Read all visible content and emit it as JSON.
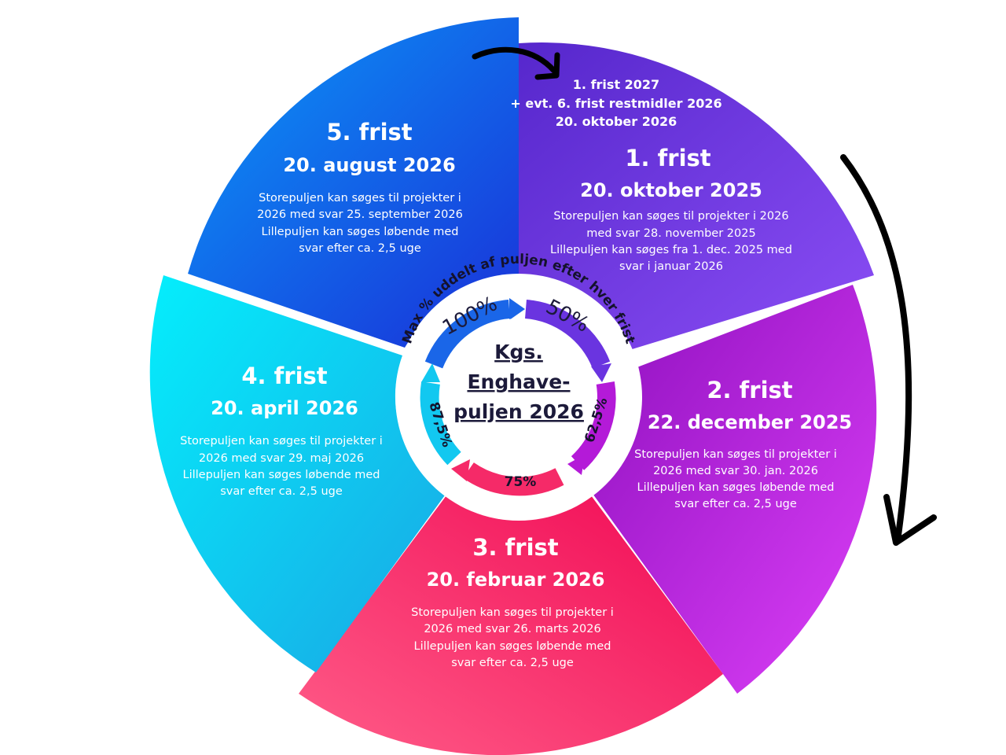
{
  "center": {
    "line1": "Kgs.",
    "line2": "Enghave-",
    "line3": "puljen 2026"
  },
  "ring_label": "Max % uddelt af puljen efter hver frist",
  "next_deadline": {
    "line1": "1. frist 2027",
    "line2": "+ evt. 6. frist restmidler 2026",
    "line3": "20. oktober 2026"
  },
  "deadlines": [
    {
      "title": "1. frist",
      "date": "20. oktober 2025",
      "body": [
        "Storepuljen kan søges til projekter i 2026",
        "med svar 28. november 2025",
        "Lillepuljen kan søges fra 1. dec. 2025 med",
        "svar i januar 2026"
      ],
      "max_percent_label": "50%",
      "max_percent": 50,
      "colors": [
        "#5a2ad0",
        "#8a4cf2"
      ]
    },
    {
      "title": "2. frist",
      "date": "22. december 2025",
      "body": [
        "Storepuljen kan søges til projekter i",
        "2026 med svar 30. jan. 2026",
        "Lillepuljen kan søges løbende med",
        "svar efter ca. 2,5 uge"
      ],
      "max_percent_label": "62,5%",
      "max_percent": 62.5,
      "colors": [
        "#9a14c4",
        "#d33cf2"
      ]
    },
    {
      "title": "3. frist",
      "date": "20. februar 2026",
      "body": [
        "Storepuljen kan søges til projekter i",
        "2026 med svar 26. marts 2026",
        "Lillepuljen kan søges løbende med",
        "svar efter ca. 2,5 uge"
      ],
      "max_percent_label": "75%",
      "max_percent": 75,
      "colors": [
        "#f0105c",
        "#ff5a86"
      ]
    },
    {
      "title": "4. frist",
      "date": "20. april 2026",
      "body": [
        "Storepuljen kan søges til projekter i",
        "2026 med svar 29. maj 2026",
        "Lillepuljen kan søges løbende med",
        "svar efter ca. 2,5 uge"
      ],
      "max_percent_label": "87,5%",
      "max_percent": 87.5,
      "colors": [
        "#18b4e8",
        "#06e6f8"
      ]
    },
    {
      "title": "5. frist",
      "date": "20. august 2026",
      "body": [
        "Storepuljen kan søges til projekter i",
        "2026 med svar 25. september 2026",
        "Lillepuljen kan søges løbende med",
        "svar efter ca. 2,5 uge"
      ],
      "max_percent_label": "100%",
      "max_percent": 100,
      "colors": [
        "#1f3fe0",
        "#0a8cf6"
      ]
    }
  ],
  "icons": [
    "curved-arrow-top-icon",
    "long-curved-arrow-right-icon"
  ]
}
